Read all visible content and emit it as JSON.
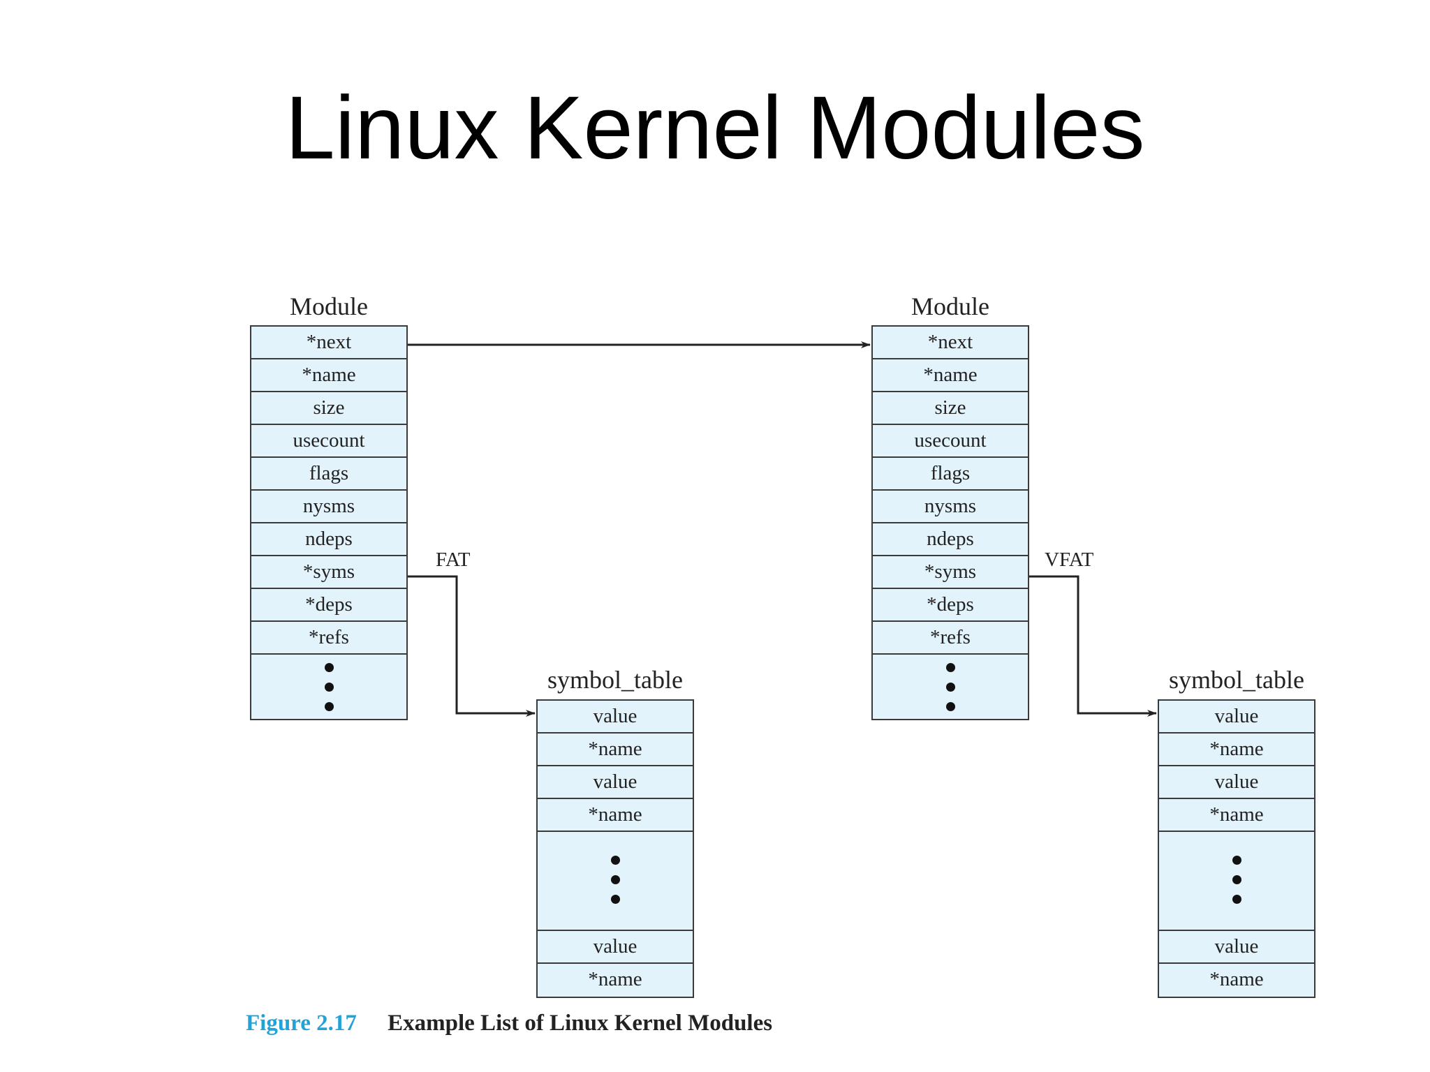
{
  "title": "Linux Kernel Modules",
  "modules": [
    {
      "label": "Module",
      "fields": [
        "*next",
        "*name",
        "size",
        "usecount",
        "flags",
        "nysms",
        "ndeps",
        "*syms",
        "*deps",
        "*refs"
      ],
      "link_label": "FAT",
      "symbol_table": {
        "label": "symbol_table",
        "top_fields": [
          "value",
          "*name",
          "value",
          "*name"
        ],
        "bottom_fields": [
          "value",
          "*name"
        ]
      }
    },
    {
      "label": "Module",
      "fields": [
        "*next",
        "*name",
        "size",
        "usecount",
        "flags",
        "nysms",
        "ndeps",
        "*syms",
        "*deps",
        "*refs"
      ],
      "link_label": "VFAT",
      "symbol_table": {
        "label": "symbol_table",
        "top_fields": [
          "value",
          "*name",
          "value",
          "*name"
        ],
        "bottom_fields": [
          "value",
          "*name"
        ]
      }
    }
  ],
  "caption": {
    "figure": "Figure 2.17",
    "text": "Example List of Linux Kernel Modules"
  },
  "colors": {
    "box_fill": "#e3f3fb",
    "caption_figure": "#1fa3d8"
  }
}
